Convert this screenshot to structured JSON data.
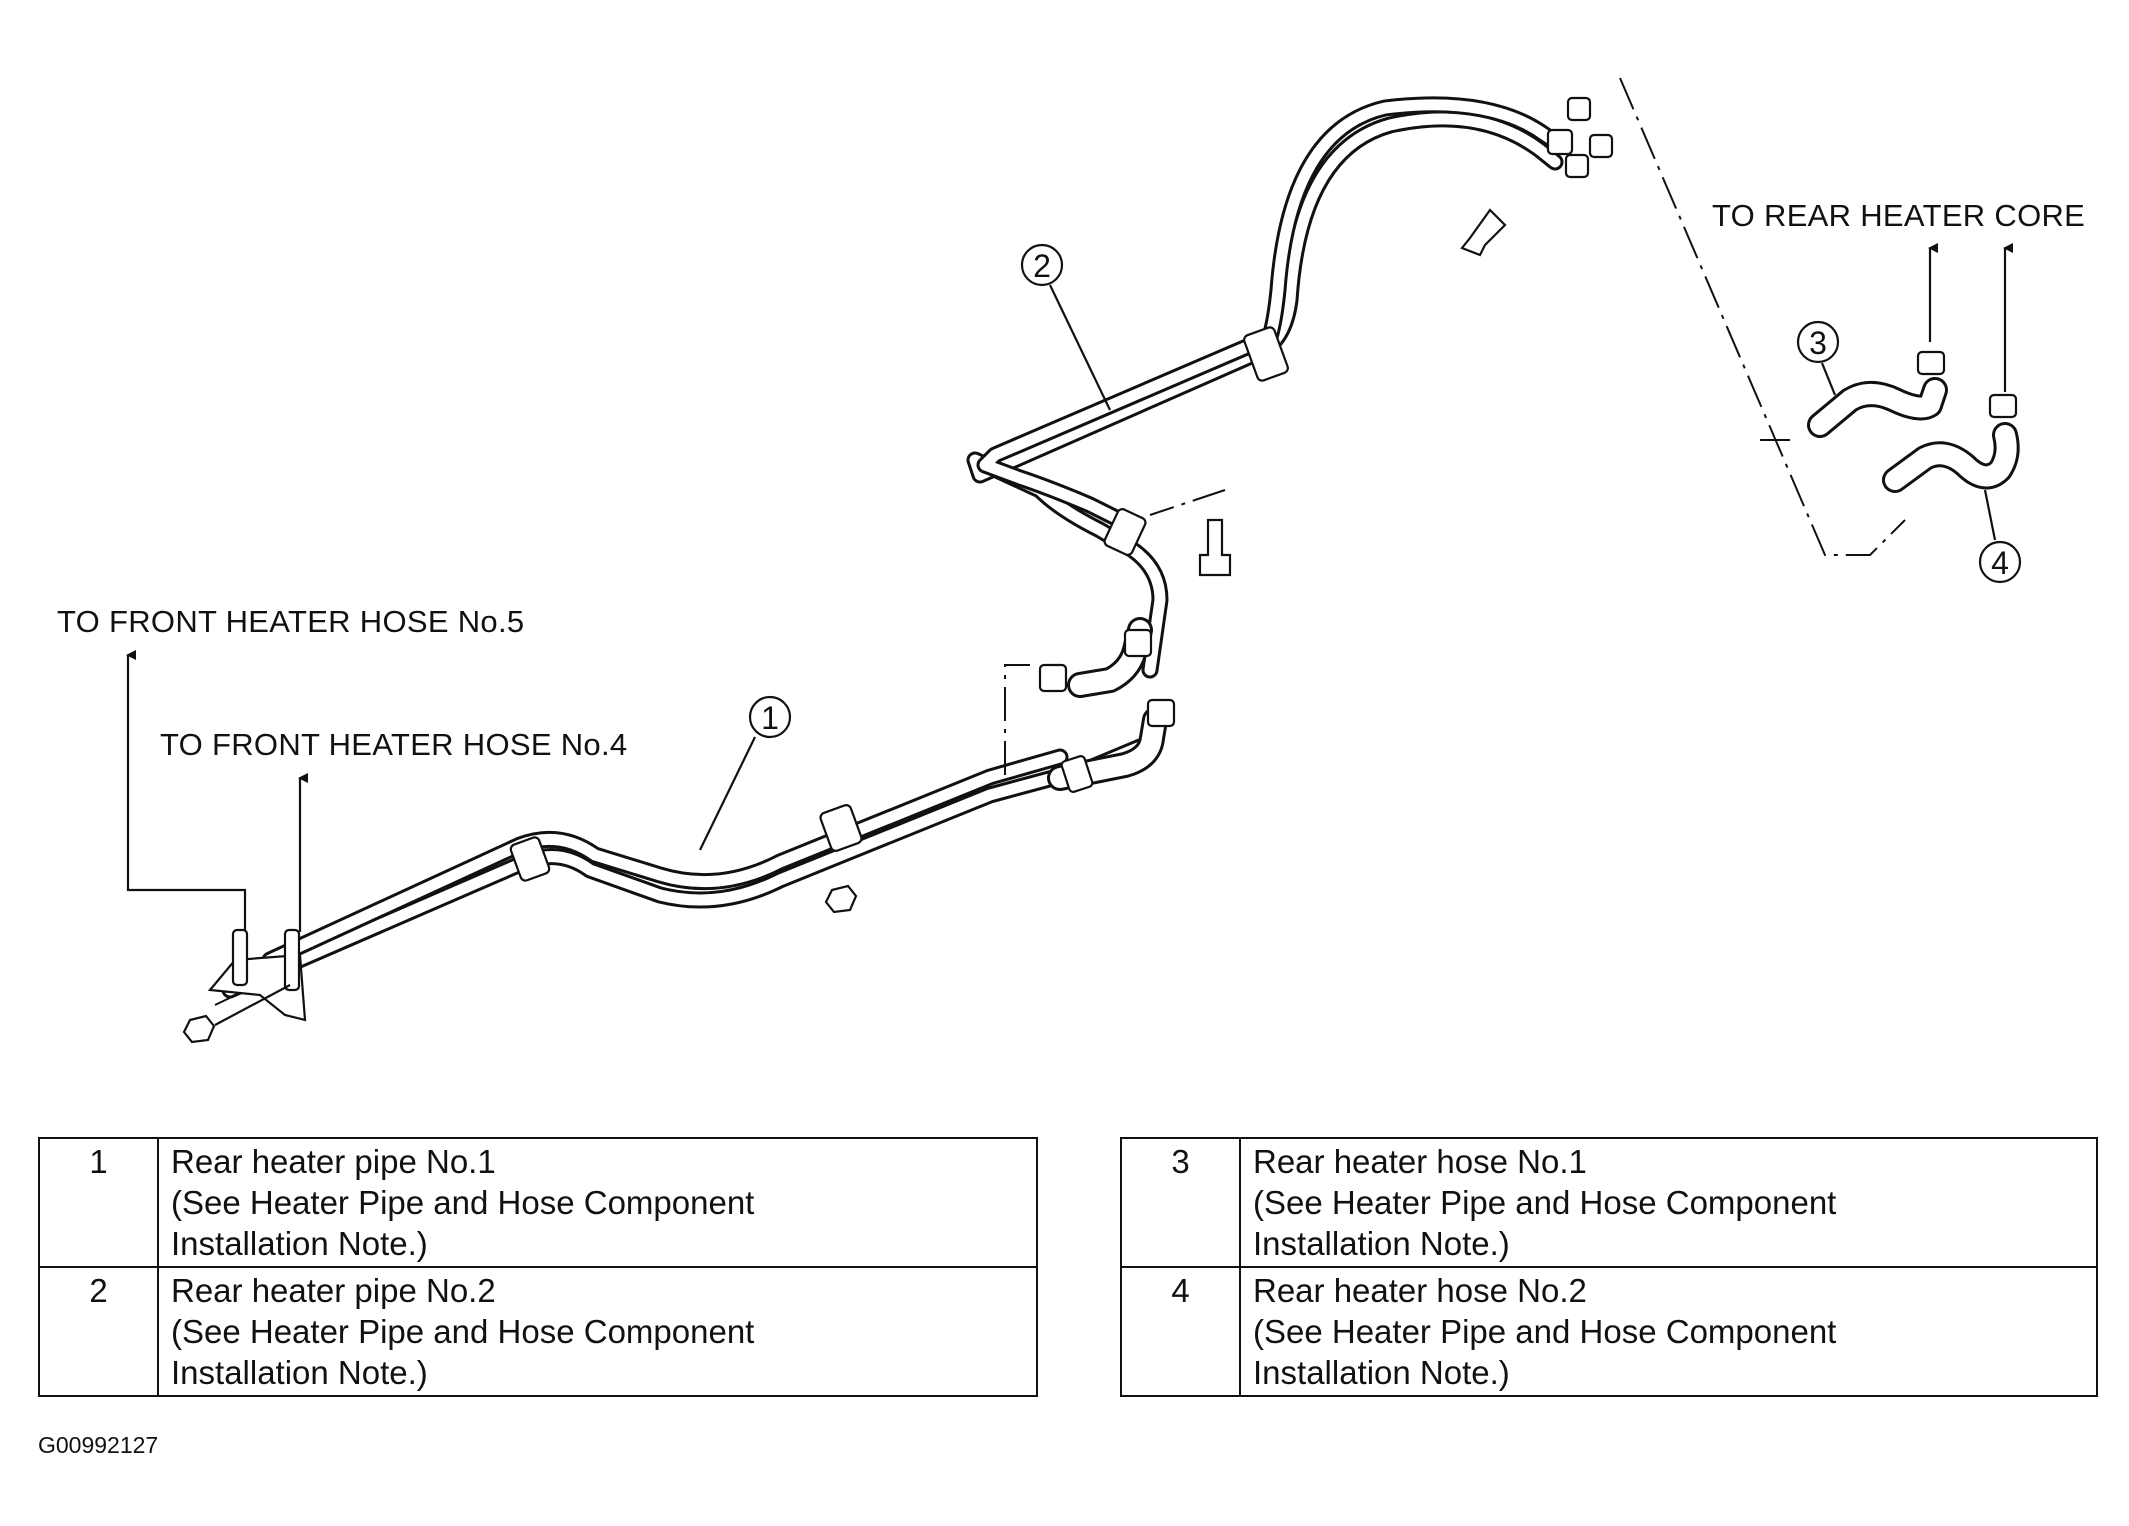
{
  "diagram": {
    "labels": {
      "front_hose_5": "TO FRONT HEATER HOSE No.5",
      "front_hose_4": "TO FRONT HEATER HOSE No.4",
      "rear_core": "TO REAR HEATER CORE"
    },
    "callouts": [
      "1",
      "2",
      "3",
      "4"
    ]
  },
  "legend": {
    "left": [
      {
        "num": "1",
        "line1": "Rear heater pipe No.1",
        "line2": "(See Heater Pipe and Hose Component",
        "line3": "Installation Note.)"
      },
      {
        "num": "2",
        "line1": "Rear heater pipe No.2",
        "line2": "(See Heater Pipe and Hose Component",
        "line3": "Installation Note.)"
      }
    ],
    "right": [
      {
        "num": "3",
        "line1": "Rear heater hose No.1",
        "line2": "(See Heater Pipe and Hose Component",
        "line3": "Installation Note.)"
      },
      {
        "num": "4",
        "line1": "Rear heater hose No.2",
        "line2": "(See Heater Pipe and Hose Component",
        "line3": "Installation Note.)"
      }
    ]
  },
  "figure_id": "G00992127"
}
